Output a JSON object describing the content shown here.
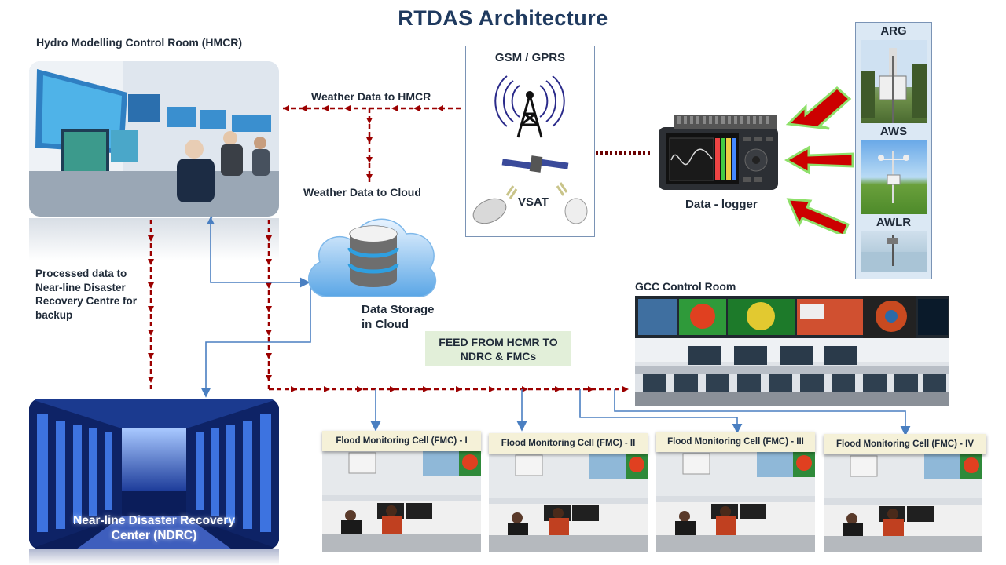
{
  "title": "RTDAS  Architecture",
  "hmcr": {
    "label": "Hydro Modelling Control Room (HMCR)"
  },
  "ndrc": {
    "label_line1": "Near-line Disaster  Recovery",
    "label_line2": "Center (NDRC)"
  },
  "links": {
    "weather_to_hmcr": "Weather Data to HMCR",
    "weather_to_cloud": "Weather Data to Cloud",
    "processed_line1": "Processed data to",
    "processed_line2": "Near-line Disaster",
    "processed_line3": "Recovery Centre for",
    "processed_line4": "backup"
  },
  "cloud": {
    "label_line1": "Data Storage",
    "label_line2": "in Cloud"
  },
  "comms": {
    "gsm": "GSM / GPRS",
    "vsat": "VSAT"
  },
  "logger": {
    "label": "Data - logger"
  },
  "sensors": [
    {
      "label": "ARG"
    },
    {
      "label": "AWS"
    },
    {
      "label": "AWLR"
    }
  ],
  "gcc": {
    "label": "GCC Control Room"
  },
  "feed": {
    "line1": "FEED FROM HCMR TO",
    "line2": "NDRC & FMCs"
  },
  "fmcs": [
    {
      "label": "Flood  Monitoring  Cell  (FMC)  - I"
    },
    {
      "label": "Flood  Monitoring  Cell  (FMC)  - II"
    },
    {
      "label": "Flood  Monitoring  Cell  (FMC)  - III"
    },
    {
      "label": "Flood  Monitoring  Cell  (FMC)  - IV"
    }
  ],
  "colors": {
    "title": "#1f3a5f",
    "red_link": "#9b0000",
    "blue_link": "#4a7fc1",
    "feed_box": "#e2efd9",
    "arrow_green": "#7bd35a",
    "arrow_red": "#c40000"
  }
}
